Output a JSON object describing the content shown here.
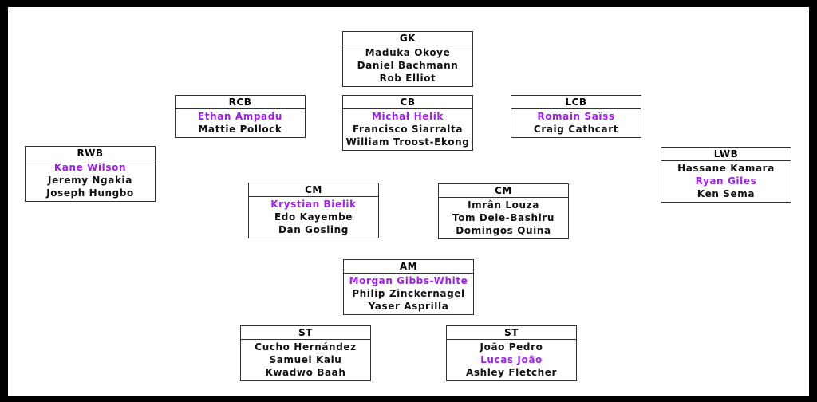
{
  "colors": {
    "default_text": "#111111",
    "highlight_text": "#a020f0",
    "border": "#333333"
  },
  "positions": [
    {
      "id": "gk",
      "label": "GK",
      "players": [
        {
          "name": "Maduka Okoye",
          "highlight": false
        },
        {
          "name": "Daniel Bachmann",
          "highlight": false
        },
        {
          "name": "Rob Elliot",
          "highlight": false
        }
      ]
    },
    {
      "id": "rcb",
      "label": "RCB",
      "players": [
        {
          "name": "Ethan Ampadu",
          "highlight": true
        },
        {
          "name": "Mattie Pollock",
          "highlight": false
        }
      ]
    },
    {
      "id": "cb",
      "label": "CB",
      "players": [
        {
          "name": "Michał Helik",
          "highlight": true
        },
        {
          "name": "Francisco Siarralta",
          "highlight": false
        },
        {
          "name": "William Troost-Ekong",
          "highlight": false
        }
      ]
    },
    {
      "id": "lcb",
      "label": "LCB",
      "players": [
        {
          "name": "Romain Saïss",
          "highlight": true
        },
        {
          "name": "Craig Cathcart",
          "highlight": false
        }
      ]
    },
    {
      "id": "rwb",
      "label": "RWB",
      "players": [
        {
          "name": "Kane Wilson",
          "highlight": true
        },
        {
          "name": "Jeremy Ngakia",
          "highlight": false
        },
        {
          "name": "Joseph Hungbo",
          "highlight": false
        }
      ]
    },
    {
      "id": "lwb",
      "label": "LWB",
      "players": [
        {
          "name": "Hassane Kamara",
          "highlight": false
        },
        {
          "name": "Ryan Giles",
          "highlight": true
        },
        {
          "name": "Ken Sema",
          "highlight": false
        }
      ]
    },
    {
      "id": "cm-left",
      "label": "CM",
      "players": [
        {
          "name": "Krystian Bielik",
          "highlight": true
        },
        {
          "name": "Edo Kayembe",
          "highlight": false
        },
        {
          "name": "Dan Gosling",
          "highlight": false
        }
      ]
    },
    {
      "id": "cm-right",
      "label": "CM",
      "players": [
        {
          "name": "Imrân Louza",
          "highlight": false
        },
        {
          "name": "Tom Dele-Bashiru",
          "highlight": false
        },
        {
          "name": "Domingos Quina",
          "highlight": false
        }
      ]
    },
    {
      "id": "am",
      "label": "AM",
      "players": [
        {
          "name": "Morgan Gibbs-White",
          "highlight": true
        },
        {
          "name": "Philip Zinckernagel",
          "highlight": false
        },
        {
          "name": "Yaser Asprilla",
          "highlight": false
        }
      ]
    },
    {
      "id": "st-left",
      "label": "ST",
      "players": [
        {
          "name": "Cucho Hernández",
          "highlight": false
        },
        {
          "name": "Samuel Kalu",
          "highlight": false
        },
        {
          "name": "Kwadwo Baah",
          "highlight": false
        }
      ]
    },
    {
      "id": "st-right",
      "label": "ST",
      "players": [
        {
          "name": "João Pedro",
          "highlight": false
        },
        {
          "name": "Lucas João",
          "highlight": true
        },
        {
          "name": "Ashley Fletcher",
          "highlight": false
        }
      ]
    }
  ]
}
